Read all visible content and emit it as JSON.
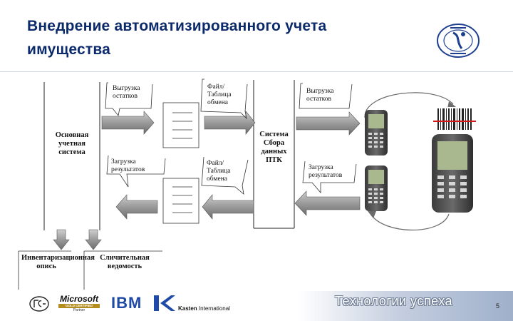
{
  "slide": {
    "title": "Внедрение автоматизированного учета имущества",
    "page_number": "5",
    "slogan": "Технологии успеха"
  },
  "diagram": {
    "main_system": "Основная учетная система",
    "collection_system": "Система Сбора данных ПТК",
    "export_balances": "Выгрузка остатков",
    "import_results": "Загрузка результатов",
    "exchange_file_top": "Файл/ Таблица обмена",
    "exchange_file_bottom": "Файл/ Таблица обмена",
    "upload_balances": "Выгрузка остатков",
    "load_results": "Загрузка результатов",
    "inventory_list": "Инвентаризационная опись",
    "comparison_sheet": "Сличительная ведомость"
  },
  "footer": {
    "microsoft": "Microsoft",
    "gold_certified": "GOLD CERTIFIED",
    "partner": "Partner",
    "ibm": "IBM",
    "kasten": "Kasten",
    "international": "International"
  },
  "colors": {
    "title": "#0b2a6b",
    "arrow": "#8e8e8e",
    "slogan_outline": "#6b7a93"
  }
}
